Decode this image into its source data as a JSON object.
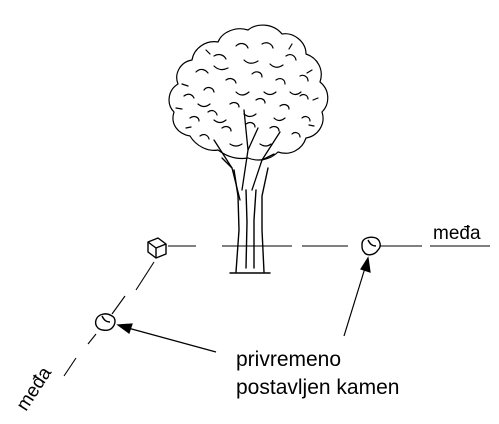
{
  "labels": {
    "boundary_top": "međa",
    "boundary_left": "međa",
    "caption_line1": "privremeno",
    "caption_line2": "postavljen kamen"
  },
  "colors": {
    "ink": "#000000",
    "paper": "#ffffff"
  },
  "icons": {
    "tree": "tree-icon",
    "stone": "stone-icon",
    "arrow": "arrow-icon"
  }
}
